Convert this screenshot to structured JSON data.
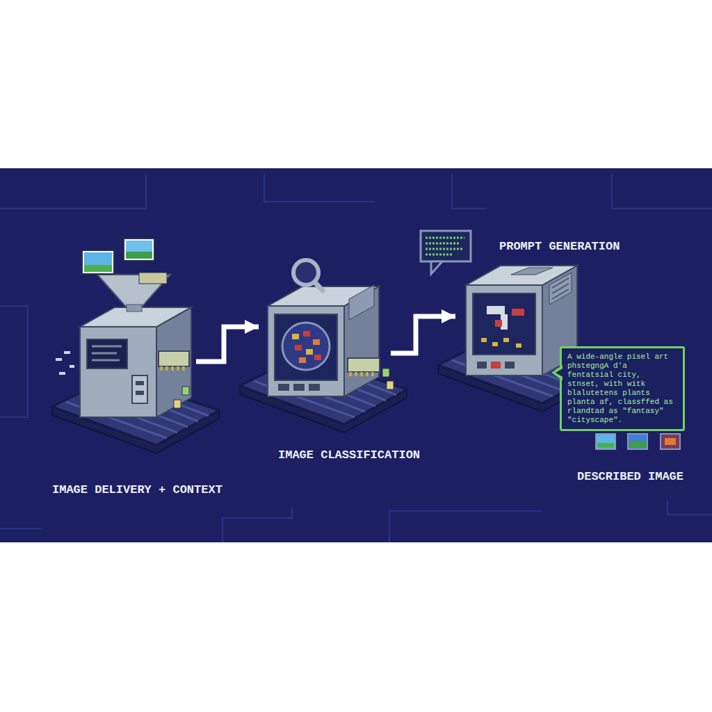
{
  "diagram": {
    "nodes": [
      {
        "text": [
          "IMAGE DELIVERY + CONTEXT"
        ]
      },
      {
        "text": [
          "IMAGE CLASSIFICATION"
        ]
      },
      {
        "text": [
          "PROMPT GENERATION"
        ]
      },
      {
        "text": [
          "A wide-angle pisel art phstegngA d'a fentatsial city, stnset, with witk blalutetens plants planta af, classffed as rlandtad as \"fantasy\" \"cityscape\"."
        ]
      }
    ],
    "edges": [
      {
        "from": 0,
        "to": 1,
        "arrow": "to"
      },
      {
        "from": 1,
        "to": 2,
        "arrow": "to"
      }
    ],
    "labels": [
      "DESCRIBED IMAGE"
    ]
  }
}
